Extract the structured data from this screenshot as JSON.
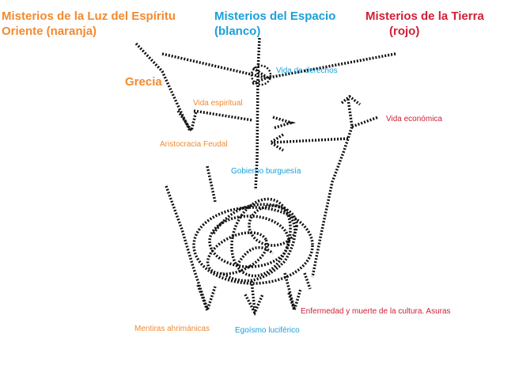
{
  "colors": {
    "orange": "#f28a30",
    "blue": "#1a9fd9",
    "red": "#d01f36",
    "ink": "#111111"
  },
  "headers": {
    "light": {
      "line1": "Misterios de la Luz del Espíritu",
      "line2": "Oriente (naranja)"
    },
    "space": {
      "line1": "Misterios del Espacio",
      "line2": "(blanco)"
    },
    "earth": {
      "line1": "Misterios de la Tierra",
      "line2": "(rojo)"
    }
  },
  "labels": {
    "grecia": "Grecia",
    "vida_derechos": "Vida de derechos",
    "vida_espiritual": "Vida espiritual",
    "vida_economica": "Vida económica",
    "aristocracia": "Aristocracia Feudal",
    "gobierno": "Gobierno burguesía",
    "enfermedad": "Enfermedad y muerte de la cultura. Asuras",
    "mentiras": "Mentiras ahrimánicas",
    "egoismo": "Egoísmo luciférico"
  }
}
